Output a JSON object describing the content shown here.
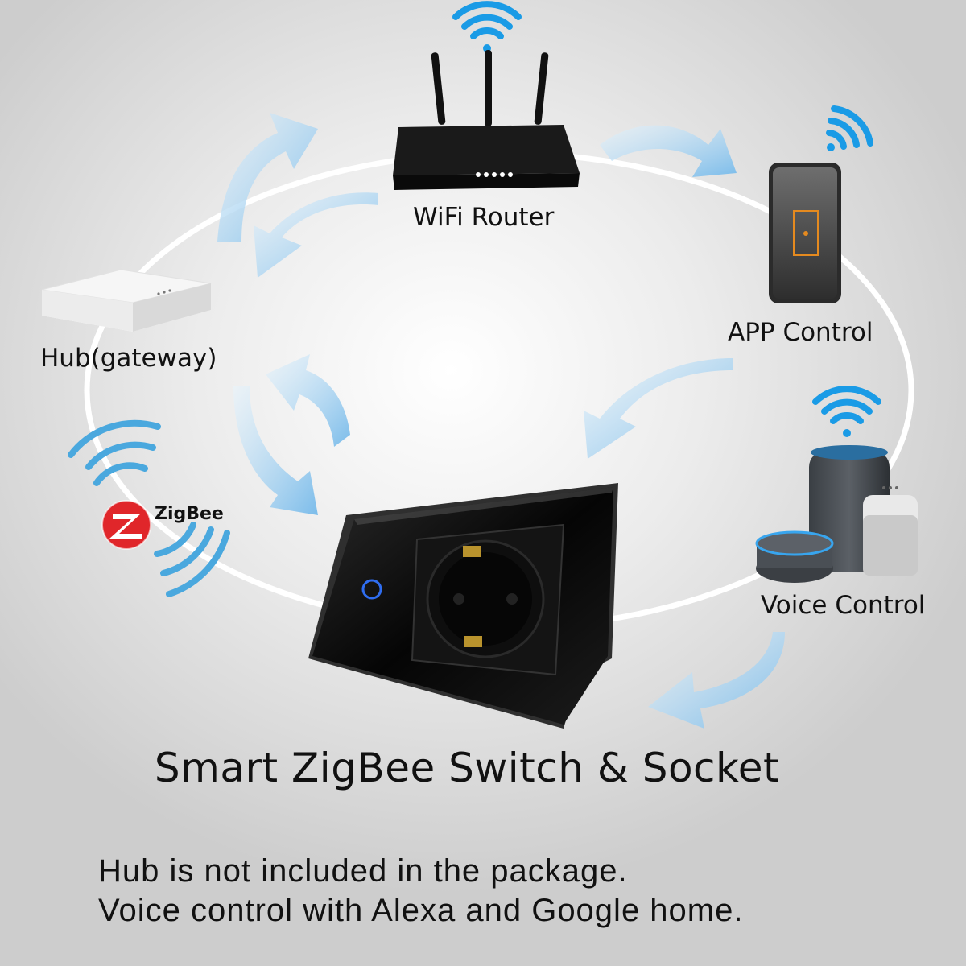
{
  "nodes": {
    "router_label": "WiFi Router",
    "app_label": "APP Control",
    "hub_label": "Hub(gateway)",
    "voice_label": "Voice Control",
    "zigbee_label": "ZigBee"
  },
  "title": "Smart ZigBee Switch & Socket",
  "notes": [
    "Hub is not included in the package.",
    "Voice control with Alexa and Google home."
  ],
  "colors": {
    "arrow_blue": "#8fc8ee",
    "wifi_blue": "#1a9be6",
    "zigbee_red": "#e0262a",
    "panel_black": "#0c0c0c"
  }
}
